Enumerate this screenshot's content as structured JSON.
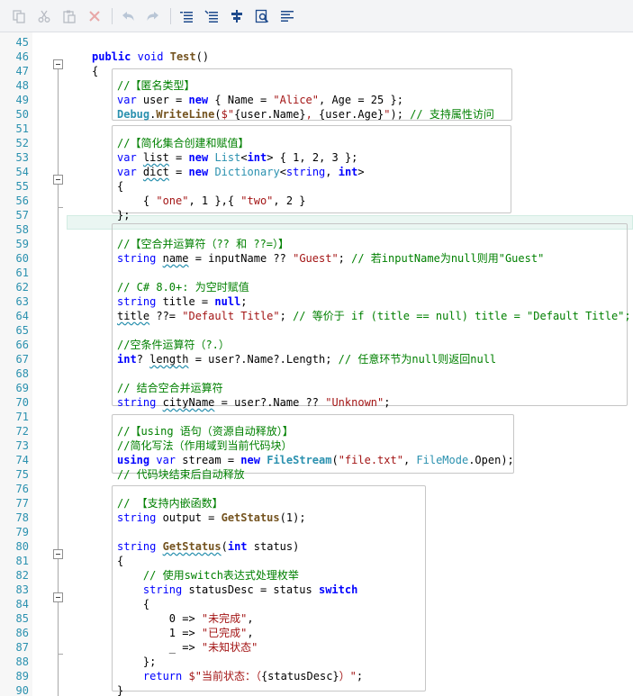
{
  "toolbar": {
    "buttons": [
      {
        "name": "copy-icon",
        "enabled": false
      },
      {
        "name": "cut-icon",
        "enabled": false
      },
      {
        "name": "paste-icon",
        "enabled": false
      },
      {
        "name": "delete-icon",
        "enabled": false
      },
      {
        "name": "undo-icon",
        "enabled": false
      },
      {
        "name": "redo-icon",
        "enabled": false
      },
      {
        "name": "comment-lines-icon",
        "enabled": true
      },
      {
        "name": "uncomment-lines-icon",
        "enabled": true
      },
      {
        "name": "align-center-icon",
        "enabled": true
      },
      {
        "name": "find-icon",
        "enabled": true
      },
      {
        "name": "format-document-icon",
        "enabled": true
      }
    ]
  },
  "editor": {
    "line_numbers": [
      "45",
      "46",
      "47",
      "48",
      "49",
      "50",
      "51",
      "52",
      "53",
      "54",
      "55",
      "56",
      "57",
      "58",
      "59",
      "60",
      "61",
      "62",
      "63",
      "64",
      "65",
      "66",
      "67",
      "68",
      "69",
      "70",
      "71",
      "72",
      "73",
      "74",
      "75",
      "76",
      "77",
      "78",
      "79",
      "80",
      "81",
      "82",
      "83",
      "84",
      "85",
      "86",
      "87",
      "88",
      "89",
      "90"
    ],
    "colors": {
      "keyword": "#0000ff",
      "type": "#2b91af",
      "string": "#a31515",
      "comment": "#008000",
      "method": "#74531f",
      "line_number": "#2b91af"
    },
    "lines": {
      "l46": [
        {
          "c": "kw",
          "t": "public"
        },
        {
          "c": "",
          "t": " "
        },
        {
          "c": "kwn",
          "t": "void"
        },
        {
          "c": "",
          "t": " "
        },
        {
          "c": "fn",
          "t": "Test"
        },
        {
          "c": "",
          "t": "()"
        }
      ],
      "l47": [
        {
          "c": "",
          "t": "{"
        }
      ],
      "l48": [
        {
          "c": "cm",
          "t": "//【匿名类型】"
        }
      ],
      "l49": [
        {
          "c": "kwn",
          "t": "var"
        },
        {
          "c": "",
          "t": " user = "
        },
        {
          "c": "kw",
          "t": "new"
        },
        {
          "c": "",
          "t": " { Name = "
        },
        {
          "c": "str",
          "t": "\"Alice\""
        },
        {
          "c": "",
          "t": ", Age = 25 };"
        }
      ],
      "l50": [
        {
          "c": "tyb",
          "t": "Debug"
        },
        {
          "c": "",
          "t": "."
        },
        {
          "c": "fn",
          "t": "WriteLine"
        },
        {
          "c": "",
          "t": "("
        },
        {
          "c": "str",
          "t": "$\""
        },
        {
          "c": "",
          "t": "{user.Name}"
        },
        {
          "c": "str",
          "t": ", "
        },
        {
          "c": "",
          "t": "{user.Age}"
        },
        {
          "c": "str",
          "t": "\""
        },
        {
          "c": "",
          "t": "); "
        },
        {
          "c": "cm",
          "t": "// 支持属性访问"
        }
      ],
      "l52": [
        {
          "c": "cm",
          "t": "//【简化集合创建和赋值】"
        }
      ],
      "l53": [
        {
          "c": "kwn",
          "t": "var"
        },
        {
          "c": "",
          "t": " "
        },
        {
          "c": "sq",
          "t": "list"
        },
        {
          "c": "",
          "t": " = "
        },
        {
          "c": "kw",
          "t": "new"
        },
        {
          "c": "",
          "t": " "
        },
        {
          "c": "ty",
          "t": "List"
        },
        {
          "c": "",
          "t": "<"
        },
        {
          "c": "kw",
          "t": "int"
        },
        {
          "c": "",
          "t": "> { 1, 2, 3 };"
        }
      ],
      "l54": [
        {
          "c": "kwn",
          "t": "var"
        },
        {
          "c": "",
          "t": " "
        },
        {
          "c": "sq",
          "t": "dict"
        },
        {
          "c": "",
          "t": " = "
        },
        {
          "c": "kw",
          "t": "new"
        },
        {
          "c": "",
          "t": " "
        },
        {
          "c": "ty",
          "t": "Dictionary"
        },
        {
          "c": "",
          "t": "<"
        },
        {
          "c": "kwn",
          "t": "string"
        },
        {
          "c": "",
          "t": ", "
        },
        {
          "c": "kw",
          "t": "int"
        },
        {
          "c": "",
          "t": ">"
        }
      ],
      "l55": [
        {
          "c": "",
          "t": "{"
        }
      ],
      "l56": [
        {
          "c": "",
          "t": "    { "
        },
        {
          "c": "str",
          "t": "\"one\""
        },
        {
          "c": "",
          "t": ", 1 },{ "
        },
        {
          "c": "str",
          "t": "\"two\""
        },
        {
          "c": "",
          "t": ", 2 }"
        }
      ],
      "l57": [
        {
          "c": "",
          "t": "};"
        }
      ],
      "l59": [
        {
          "c": "cm",
          "t": "//【空合并运算符（?? 和 ??=）】"
        }
      ],
      "l60": [
        {
          "c": "kwn",
          "t": "string"
        },
        {
          "c": "",
          "t": " "
        },
        {
          "c": "sq",
          "t": "name"
        },
        {
          "c": "",
          "t": " = inputName ?? "
        },
        {
          "c": "str",
          "t": "\"Guest\""
        },
        {
          "c": "",
          "t": "; "
        },
        {
          "c": "cm",
          "t": "// 若inputName为null则用\"Guest\""
        }
      ],
      "l62": [
        {
          "c": "cm",
          "t": "// C# 8.0+: 为空时赋值"
        }
      ],
      "l63": [
        {
          "c": "kwn",
          "t": "string"
        },
        {
          "c": "",
          "t": " title = "
        },
        {
          "c": "kw",
          "t": "null"
        },
        {
          "c": "",
          "t": ";"
        }
      ],
      "l64": [
        {
          "c": "sq",
          "t": "title"
        },
        {
          "c": "",
          "t": " ??= "
        },
        {
          "c": "str",
          "t": "\"Default Title\""
        },
        {
          "c": "",
          "t": "; "
        },
        {
          "c": "cm",
          "t": "// 等价于 if (title == null) title = \"Default Title\";"
        }
      ],
      "l66": [
        {
          "c": "cm",
          "t": "//空条件运算符（?.）"
        }
      ],
      "l67": [
        {
          "c": "kw",
          "t": "int"
        },
        {
          "c": "",
          "t": "? "
        },
        {
          "c": "sq",
          "t": "length"
        },
        {
          "c": "",
          "t": " = user?.Name?.Length; "
        },
        {
          "c": "cm",
          "t": "// 任意环节为null则返回null"
        }
      ],
      "l69": [
        {
          "c": "cm",
          "t": "// 结合空合并运算符"
        }
      ],
      "l70": [
        {
          "c": "kwn",
          "t": "string"
        },
        {
          "c": "",
          "t": " "
        },
        {
          "c": "sq",
          "t": "cityName"
        },
        {
          "c": "",
          "t": " = user?.Name ?? "
        },
        {
          "c": "str",
          "t": "\"Unknown\""
        },
        {
          "c": "",
          "t": ";"
        }
      ],
      "l72": [
        {
          "c": "cm",
          "t": "//【using 语句（资源自动释放）】"
        }
      ],
      "l73": [
        {
          "c": "cm",
          "t": "//简化写法（作用域到当前代码块）"
        }
      ],
      "l74": [
        {
          "c": "kw",
          "t": "using"
        },
        {
          "c": "",
          "t": " "
        },
        {
          "c": "kwn",
          "t": "var"
        },
        {
          "c": "",
          "t": " stream = "
        },
        {
          "c": "kw",
          "t": "new"
        },
        {
          "c": "",
          "t": " "
        },
        {
          "c": "tyb",
          "t": "FileStream"
        },
        {
          "c": "",
          "t": "("
        },
        {
          "c": "str",
          "t": "\"file.txt\""
        },
        {
          "c": "",
          "t": ", "
        },
        {
          "c": "ty",
          "t": "FileMode"
        },
        {
          "c": "",
          "t": ".Open);"
        }
      ],
      "l75": [
        {
          "c": "cm",
          "t": "// 代码块结束后自动释放"
        }
      ],
      "l77": [
        {
          "c": "cm",
          "t": "// 【支持内嵌函数】"
        }
      ],
      "l78": [
        {
          "c": "kwn",
          "t": "string"
        },
        {
          "c": "",
          "t": " output = "
        },
        {
          "c": "fn",
          "t": "GetStatus"
        },
        {
          "c": "",
          "t": "(1);"
        }
      ],
      "l80": [
        {
          "c": "kwn",
          "t": "string"
        },
        {
          "c": "",
          "t": " "
        },
        {
          "c": "fn sq",
          "t": "GetStatus"
        },
        {
          "c": "",
          "t": "("
        },
        {
          "c": "kw",
          "t": "int"
        },
        {
          "c": "",
          "t": " status)"
        }
      ],
      "l81": [
        {
          "c": "",
          "t": "{"
        }
      ],
      "l82": [
        {
          "c": "",
          "t": "    "
        },
        {
          "c": "cm",
          "t": "// 使用switch表达式处理枚举"
        }
      ],
      "l83": [
        {
          "c": "",
          "t": "    "
        },
        {
          "c": "kwn",
          "t": "string"
        },
        {
          "c": "",
          "t": " statusDesc = status "
        },
        {
          "c": "kw",
          "t": "switch"
        }
      ],
      "l84": [
        {
          "c": "",
          "t": "    {"
        }
      ],
      "l85": [
        {
          "c": "",
          "t": "        0 => "
        },
        {
          "c": "str",
          "t": "\"未完成\""
        },
        {
          "c": "",
          "t": ","
        }
      ],
      "l86": [
        {
          "c": "",
          "t": "        1 => "
        },
        {
          "c": "str",
          "t": "\"已完成\""
        },
        {
          "c": "",
          "t": ","
        }
      ],
      "l87": [
        {
          "c": "",
          "t": "        _ => "
        },
        {
          "c": "str",
          "t": "\"未知状态\""
        }
      ],
      "l88": [
        {
          "c": "",
          "t": "    };"
        }
      ],
      "l89": [
        {
          "c": "",
          "t": "    "
        },
        {
          "c": "kwn",
          "t": "return"
        },
        {
          "c": "",
          "t": " "
        },
        {
          "c": "str",
          "t": "$\"当前状态：（"
        },
        {
          "c": "",
          "t": "{statusDesc}"
        },
        {
          "c": "str",
          "t": "）\""
        },
        {
          "c": "",
          "t": ";"
        }
      ],
      "l90": [
        {
          "c": "",
          "t": "}"
        }
      ]
    }
  }
}
